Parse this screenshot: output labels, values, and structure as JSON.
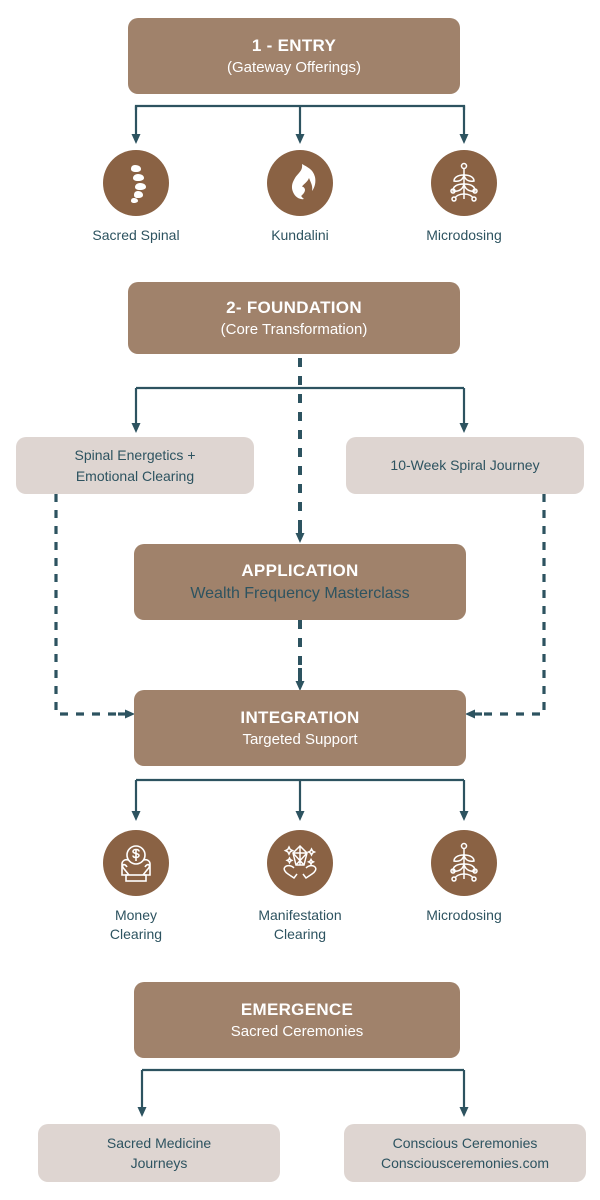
{
  "colors": {
    "brown": "#a0826b",
    "icon_brown": "#8a6244",
    "light_box": "#ded5d1",
    "teal": "#2d5360",
    "white": "#ffffff",
    "background": "#ffffff"
  },
  "diagram": {
    "type": "flowchart",
    "stages": [
      {
        "key": "entry",
        "title": "1 - ENTRY",
        "subtitle": "(Gateway Offerings)"
      },
      {
        "key": "foundation",
        "title": "2- FOUNDATION",
        "subtitle": "(Core Transformation)"
      },
      {
        "key": "application",
        "title": "APPLICATION",
        "subtitle": "Wealth Frequency Masterclass"
      },
      {
        "key": "integration",
        "title": "INTEGRATION",
        "subtitle": "Targeted Support"
      },
      {
        "key": "emergence",
        "title": "EMERGENCE",
        "subtitle": "Sacred Ceremonies"
      }
    ],
    "entry_offerings": [
      {
        "label": "Sacred Spinal",
        "icon": "spine-icon"
      },
      {
        "label": "Kundalini",
        "icon": "flame-heart-icon"
      },
      {
        "label": "Microdosing",
        "icon": "plant-molecule-icon"
      }
    ],
    "foundation_tracks": [
      {
        "line1": "Spinal Energetics +",
        "line2": "Emotional Clearing"
      },
      {
        "line1": "10-Week Spiral Journey",
        "line2": ""
      }
    ],
    "integration_offerings": [
      {
        "line1": "Money",
        "line2": "Clearing",
        "icon": "hands-money-icon"
      },
      {
        "line1": "Manifestation",
        "line2": "Clearing",
        "icon": "hands-crystal-icon"
      },
      {
        "line1": "Microdosing",
        "line2": "",
        "icon": "plant-molecule-icon"
      }
    ],
    "emergence_outcomes": [
      {
        "line1": "Sacred Medicine",
        "line2": "Journeys"
      },
      {
        "line1": "Conscious Ceremonies",
        "line2": "Consciousceremonies.com"
      }
    ]
  }
}
